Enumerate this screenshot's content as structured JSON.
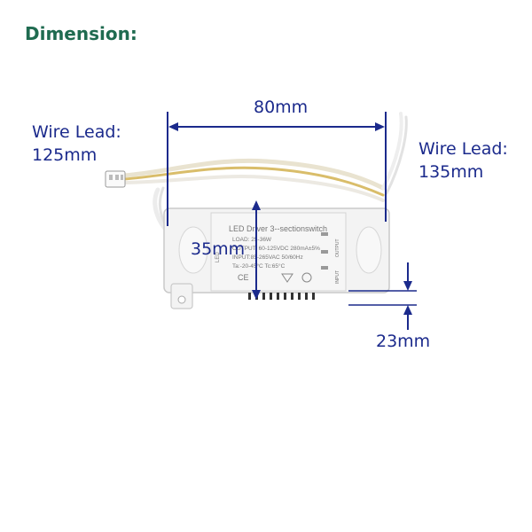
{
  "heading": "Dimension:",
  "labels": {
    "wire_left": [
      "Wire Lead:",
      "125mm"
    ],
    "wire_right": [
      "Wire Lead:",
      "135mm"
    ],
    "width": "80mm",
    "height": "35mm",
    "depth": "23mm"
  },
  "device": {
    "title": "LED Driver 3--sectionswitch",
    "load": "LOAD: 25-36W",
    "output": "OUTPUT: 60-125VDC 280mA±5%",
    "input": "INPUT:85-265VAC 50/60Hz",
    "temp": "Ta:-20-45°C  Tc:65°C",
    "side_label": "LED",
    "output_side": "OUTPUT",
    "input_side": "INPUT"
  },
  "colors": {
    "heading": "#1f6b50",
    "dimension": "#1b2a8c",
    "case": "#f2f2f2"
  }
}
